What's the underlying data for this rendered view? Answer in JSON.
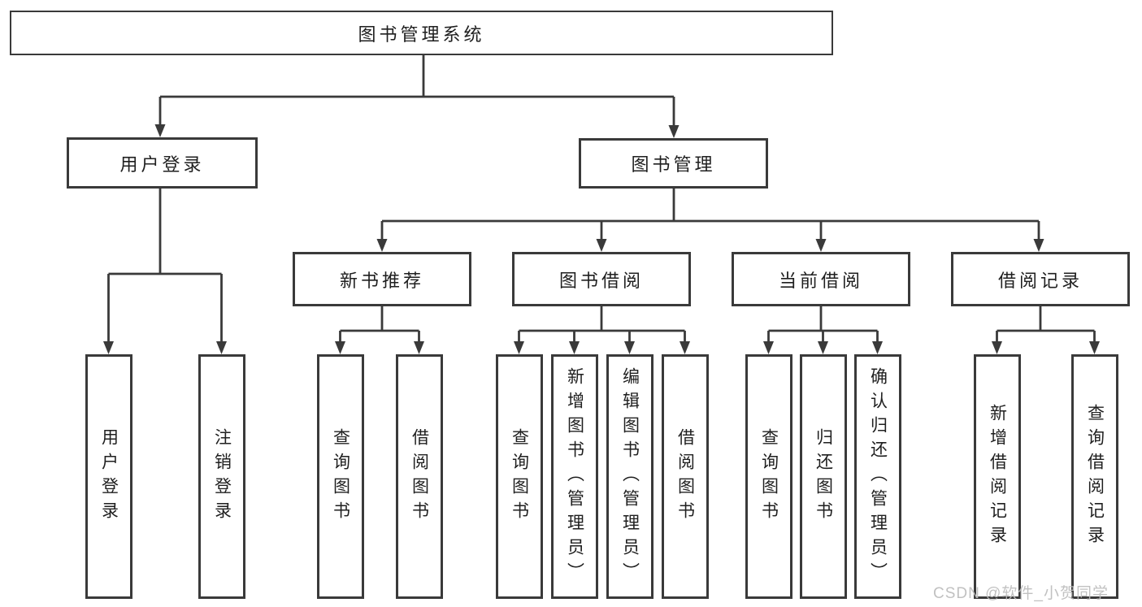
{
  "diagram": {
    "root": "图书管理系统",
    "level2": [
      "用户登录",
      "图书管理"
    ],
    "level3": [
      "新书推荐",
      "图书借阅",
      "当前借阅",
      "借阅记录"
    ],
    "leaves": {
      "login": [
        "用户登录",
        "注销登录"
      ],
      "recommend": [
        "查询图书",
        "借阅图书"
      ],
      "borrow": [
        "查询图书",
        "新增图书（管理员）",
        "编辑图书（管理员）",
        "借阅图书"
      ],
      "current": [
        "查询图书",
        "归还图书",
        "确认归还（管理员）"
      ],
      "records": [
        "新增借阅记录",
        "查询借阅记录"
      ]
    }
  },
  "watermark": "CSDN @软件_小贺同学",
  "colors": {
    "line": "#3a3a3a",
    "text": "#1f1f1f",
    "watermark": "#bcbcbc",
    "background": "#ffffff"
  }
}
